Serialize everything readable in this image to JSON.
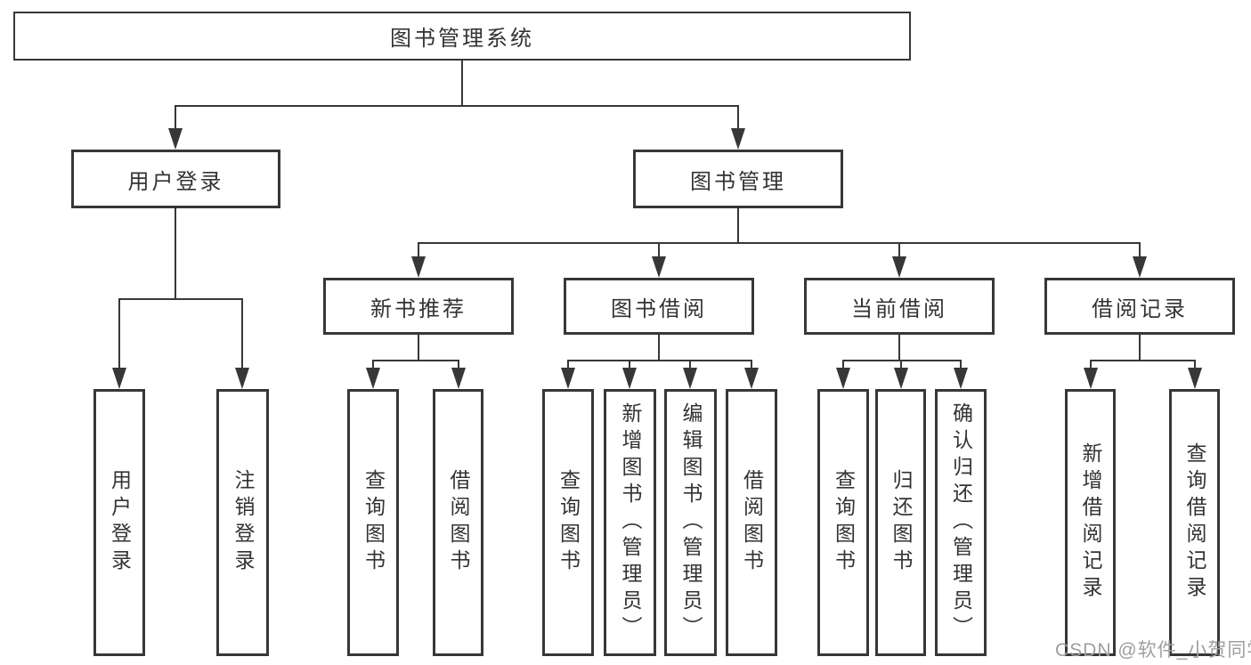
{
  "diagram": {
    "root": "图书管理系统",
    "branches": [
      {
        "label": "用户登录",
        "children": [
          {
            "label": "用户登录"
          },
          {
            "label": "注销登录"
          }
        ]
      },
      {
        "label": "图书管理",
        "children": [
          {
            "label": "新书推荐",
            "children": [
              {
                "label": "查询图书"
              },
              {
                "label": "借阅图书"
              }
            ]
          },
          {
            "label": "图书借阅",
            "children": [
              {
                "label": "查询图书"
              },
              {
                "label": "新增图书（管理员）"
              },
              {
                "label": "编辑图书（管理员）"
              },
              {
                "label": "借阅图书"
              }
            ]
          },
          {
            "label": "当前借阅",
            "children": [
              {
                "label": "查询图书"
              },
              {
                "label": "归还图书"
              },
              {
                "label": "确认归还（管理员）"
              }
            ]
          },
          {
            "label": "借阅记录",
            "children": [
              {
                "label": "新增借阅记录"
              },
              {
                "label": "查询借阅记录"
              }
            ]
          }
        ]
      }
    ]
  },
  "watermark": "CSDN @软件_小贺同学",
  "colors": {
    "line": "#373737",
    "text": "#333333",
    "watermark": "#9e9e9e",
    "background": "#ffffff"
  }
}
